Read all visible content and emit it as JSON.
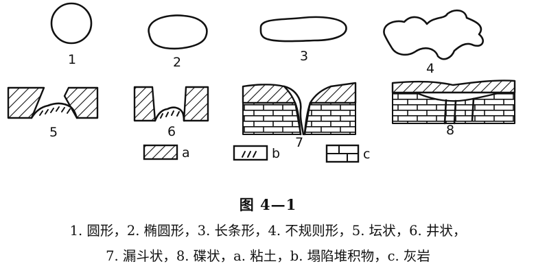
{
  "figure": {
    "shapes": [
      {
        "id": "1",
        "label": "1"
      },
      {
        "id": "2",
        "label": "2"
      },
      {
        "id": "3",
        "label": "3"
      },
      {
        "id": "4",
        "label": "4"
      }
    ],
    "profiles": [
      {
        "id": "5",
        "label": "5"
      },
      {
        "id": "6",
        "label": "6"
      },
      {
        "id": "7",
        "label": "7"
      },
      {
        "id": "8",
        "label": "8"
      }
    ],
    "legend": [
      {
        "key": "a",
        "label": "a"
      },
      {
        "key": "b",
        "label": "b"
      },
      {
        "key": "c",
        "label": "c"
      }
    ]
  },
  "caption": {
    "title": "图 4—1",
    "line1": "1. 圆形，2. 椭圆形，3. 长条形，4. 不规则形，5. 坛状，6. 井状，",
    "line2": "7. 漏斗状，8. 碟状，a. 粘土，b. 塌陷堆积物，c. 灰岩"
  }
}
